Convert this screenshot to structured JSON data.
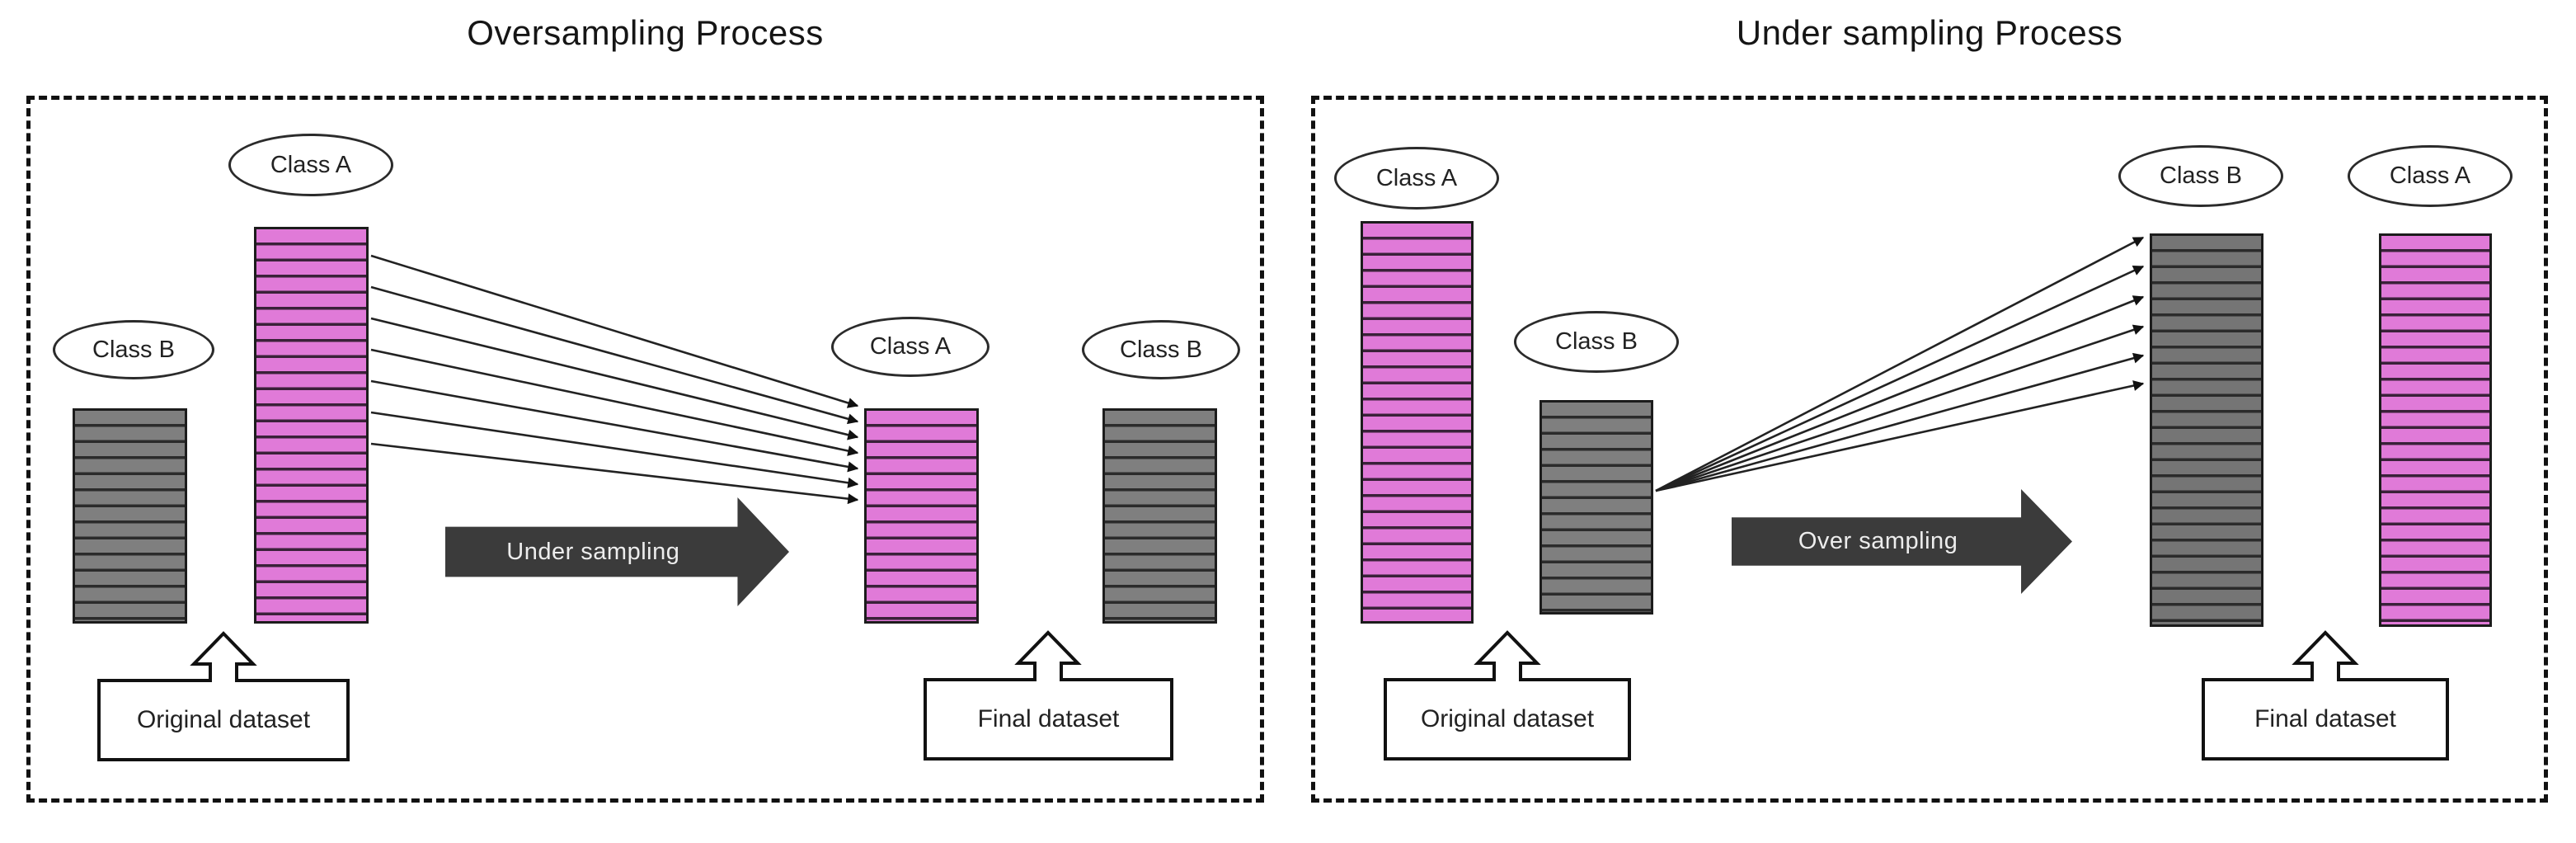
{
  "colors": {
    "class_a_fill": "#E07AD8",
    "class_a_line": "#3A2139",
    "class_b_fill": "#7F7F7F",
    "class_b_dark_fill": "#757575",
    "class_b_line": "#2B2B2B",
    "process_arrow": "#3B3B3B",
    "outline": "#111111"
  },
  "left_panel": {
    "title": "Oversampling Process",
    "original": {
      "class_a_label": "Class A",
      "class_b_label": "Class B",
      "caption": "Original dataset"
    },
    "process_arrow_label": "Under sampling",
    "resample_arrow_count": 7,
    "final": {
      "class_a_label": "Class A",
      "class_b_label": "Class B",
      "caption": "Final dataset"
    }
  },
  "right_panel": {
    "title": "Under sampling Process",
    "original": {
      "class_a_label": "Class A",
      "class_b_label": "Class B",
      "caption": "Original dataset"
    },
    "process_arrow_label": "Over sampling",
    "resample_arrow_count": 6,
    "final": {
      "class_b_label": "Class B",
      "class_a_label": "Class A",
      "caption": "Final dataset"
    }
  }
}
